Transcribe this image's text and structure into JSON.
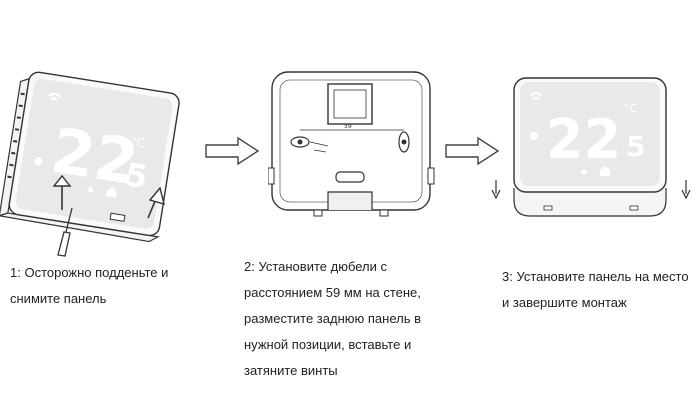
{
  "steps": [
    {
      "number": "1",
      "lines": [
        "1: Осторожно подденьте и",
        "снимите панель"
      ],
      "display": {
        "temp_int": "22",
        "temp_dec": "5",
        "unit": "°C"
      }
    },
    {
      "number": "2",
      "lines": [
        "2: Установите дюбели с",
        "расстоянием 59 мм на стене,",
        "разместите заднюю панель в",
        "нужной позиции, вставьте и",
        "затяните винты"
      ],
      "backplate_label": "59"
    },
    {
      "number": "3",
      "lines": [
        "3: Установите панель на место",
        "и завершите монтаж"
      ],
      "display": {
        "temp_int": "22",
        "temp_dec": "5",
        "unit": "°C"
      }
    }
  ],
  "icons": [
    "screwdriver-icon",
    "arrow-right-icon",
    "arrow-down-icon",
    "wifi-icon",
    "flame-icon",
    "home-icon",
    "power-icon"
  ],
  "colors": {
    "outline": "#333333",
    "screen": "#e9e9e9",
    "digits": "#ffffff",
    "arrow": "#444444"
  }
}
